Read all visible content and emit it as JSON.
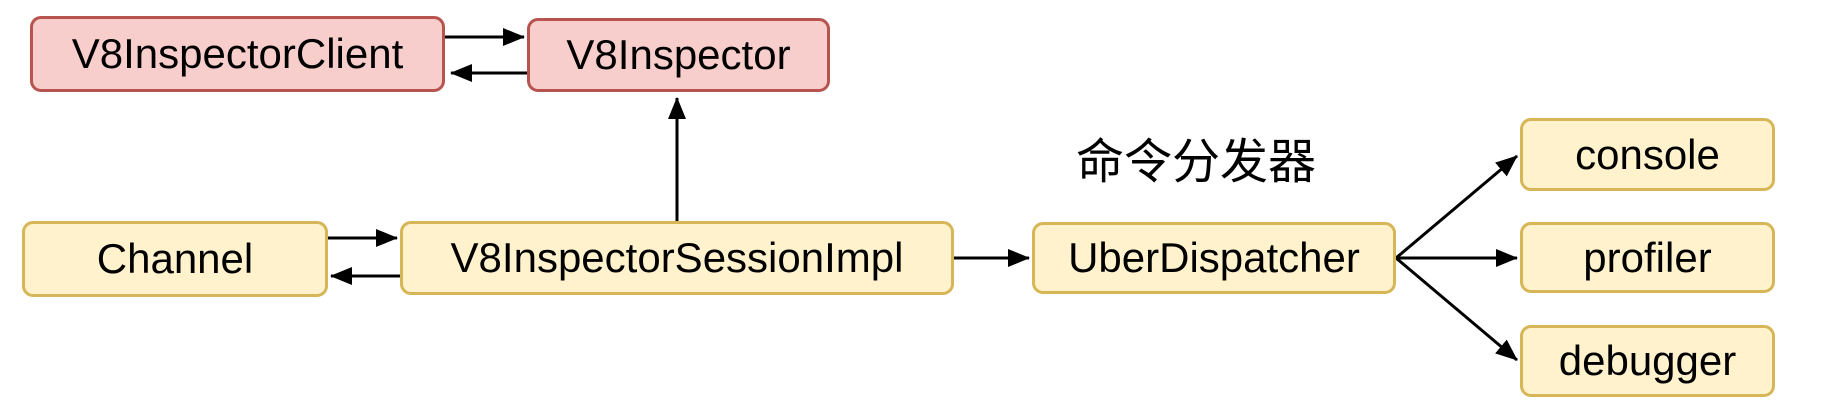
{
  "diagram": {
    "nodes": [
      {
        "id": "v8-inspector-client",
        "label": "V8InspectorClient",
        "fill": "#F8CECC",
        "stroke": "#B85450"
      },
      {
        "id": "v8-inspector",
        "label": "V8Inspector",
        "fill": "#F8CECC",
        "stroke": "#B85450"
      },
      {
        "id": "channel",
        "label": "Channel",
        "fill": "#FFF2CC",
        "stroke": "#D6B656"
      },
      {
        "id": "v8-inspector-session-impl",
        "label": "V8InspectorSessionImpl",
        "fill": "#FFF2CC",
        "stroke": "#D6B656"
      },
      {
        "id": "uber-dispatcher",
        "label": "UberDispatcher",
        "fill": "#FFF2CC",
        "stroke": "#D6B656"
      },
      {
        "id": "console",
        "label": "console",
        "fill": "#FFF2CC",
        "stroke": "#D6B656"
      },
      {
        "id": "profiler",
        "label": "profiler",
        "fill": "#FFF2CC",
        "stroke": "#D6B656"
      },
      {
        "id": "debugger",
        "label": "debugger",
        "fill": "#FFF2CC",
        "stroke": "#D6B656"
      }
    ],
    "annotations": [
      {
        "id": "dispatcher-label",
        "label": "命令分发器",
        "attached_to": "uber-dispatcher"
      }
    ],
    "edges": [
      {
        "from": "V8InspectorClient",
        "to": "V8InspectorClient→V8Inspector target: V8Inspector"
      },
      {
        "from": "V8Inspector",
        "to": "V8InspectorClient"
      },
      {
        "from": "V8InspectorSessionImpl",
        "to": "V8Inspector"
      },
      {
        "from": "Channel",
        "to": "V8InspectorSessionImpl"
      },
      {
        "from": "V8InspectorSessionImpl",
        "to": "Channel"
      },
      {
        "from": "V8InspectorSessionImpl",
        "to": "UberDispatcher"
      },
      {
        "from": "UberDispatcher",
        "to": "console"
      },
      {
        "from": "UberDispatcher",
        "to": "profiler"
      },
      {
        "from": "UberDispatcher",
        "to": "debugger"
      }
    ],
    "colors": {
      "red_node_fill": "#F8CECC",
      "red_node_stroke": "#B85450",
      "yellow_node_fill": "#FFF2CC",
      "yellow_node_stroke": "#D6B656",
      "edge": "#000000",
      "background": "#FFFFFF"
    }
  }
}
